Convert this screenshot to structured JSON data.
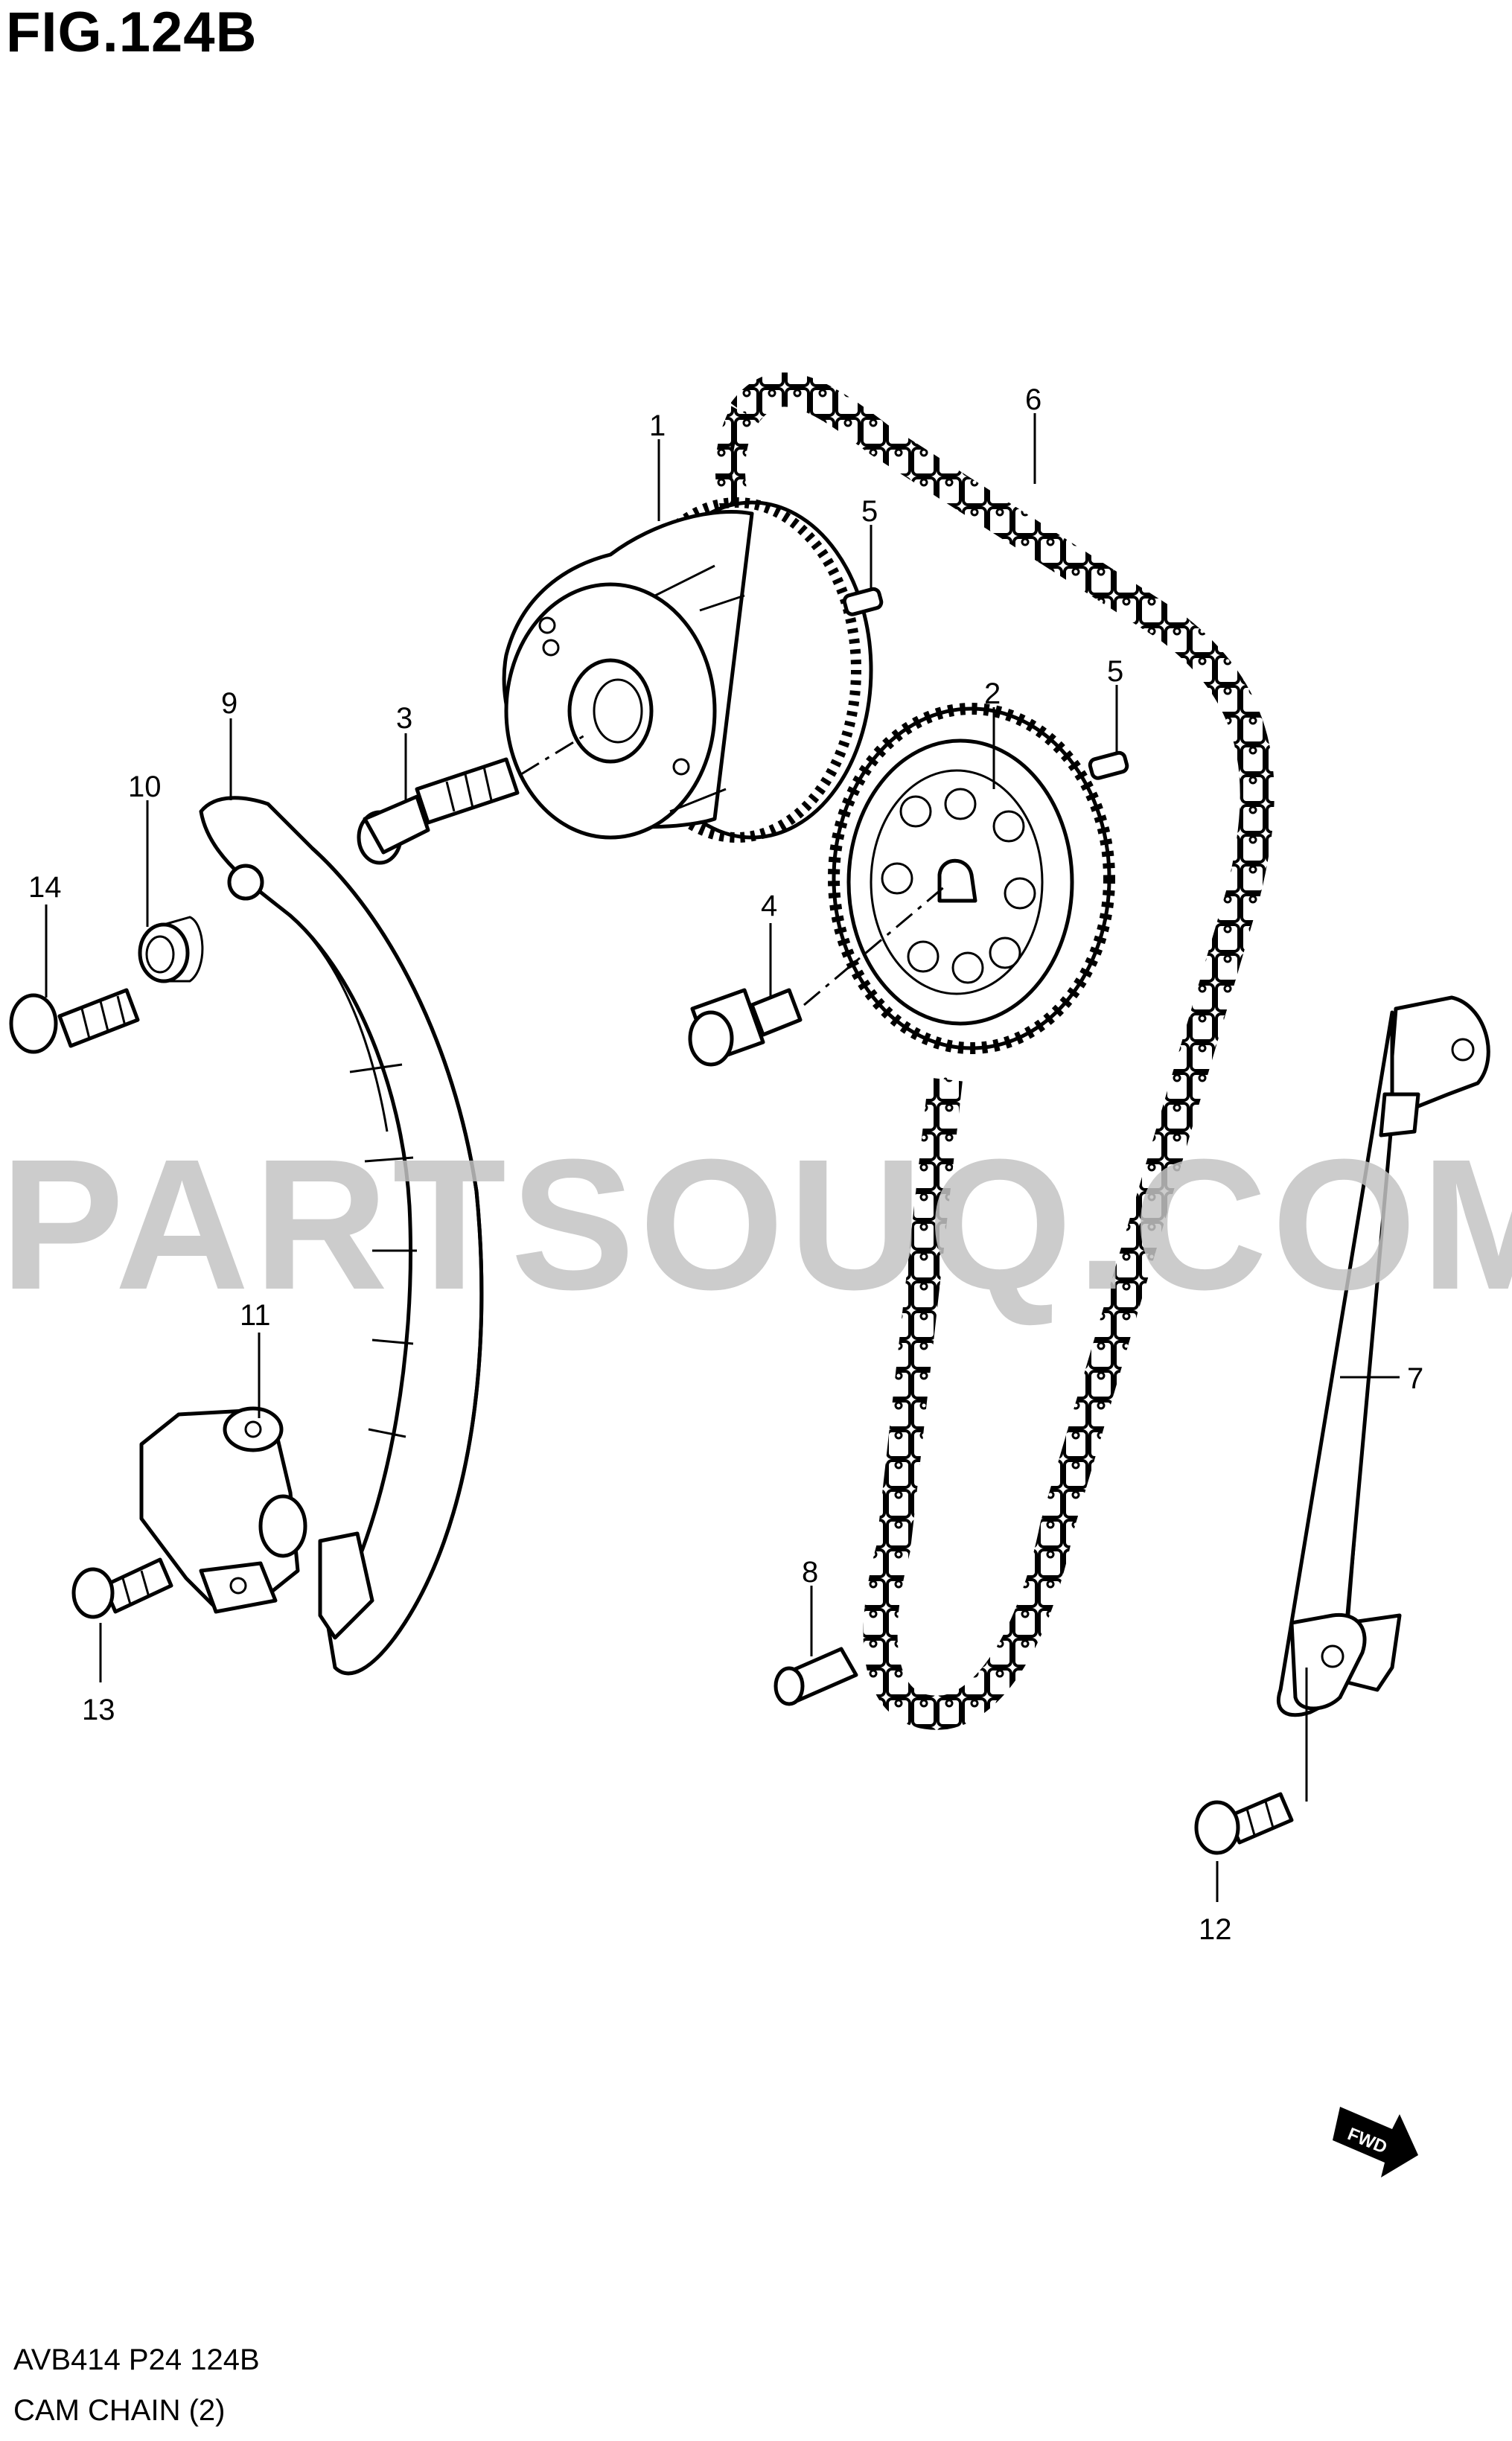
{
  "figure": {
    "title": "FIG.124B",
    "code": "AVB414 P24 124B",
    "name": "CAM CHAIN (2)",
    "watermark": "PARTSOUQ.COM"
  },
  "callouts": {
    "c1": "1",
    "c2": "2",
    "c3": "3",
    "c4": "4",
    "c5a": "5",
    "c5b": "5",
    "c6": "6",
    "c7": "7",
    "c8": "8",
    "c9": "9",
    "c10": "10",
    "c11": "11",
    "c12": "12",
    "c13": "13",
    "c14": "14"
  },
  "fwd": "FWD"
}
